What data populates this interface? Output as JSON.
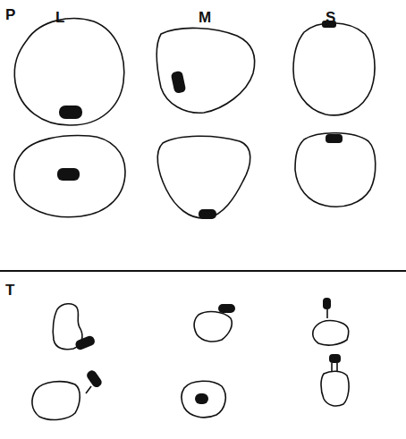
{
  "diagram": {
    "labels": [
      "P",
      "L",
      "M",
      "S",
      "T"
    ]
  }
}
